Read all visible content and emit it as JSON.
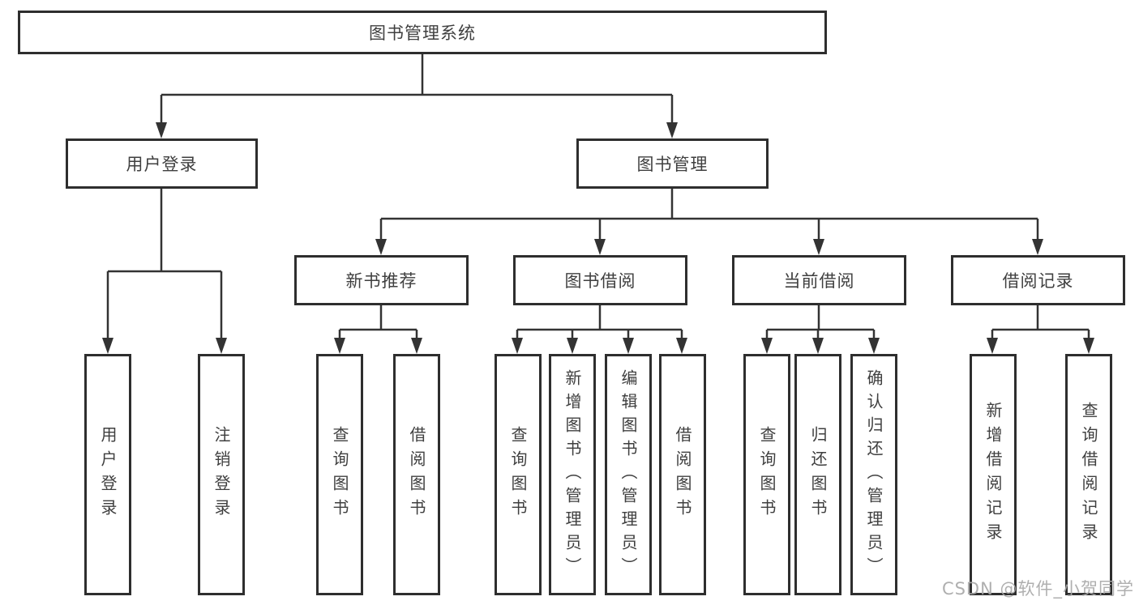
{
  "diagram": {
    "title": "图书管理系统",
    "level2": {
      "user_login": "用户登录",
      "book_mgmt": "图书管理"
    },
    "level3": {
      "new_book_rec": "新书推荐",
      "book_borrow": "图书借阅",
      "current_borrow": "当前借阅",
      "borrow_record": "借阅记录"
    },
    "leaves": {
      "user_login": "用户登录",
      "logout": "注销登录",
      "rec_query_books": "查询图书",
      "rec_borrow_books": "借阅图书",
      "bb_query_books": "查询图书",
      "bb_add_books_admin": "新增图书（管理员）",
      "bb_edit_books_admin": "编辑图书（管理员）",
      "bb_borrow_books": "借阅图书",
      "cb_query_books": "查询图书",
      "cb_return_books": "归还图书",
      "cb_confirm_return_admin": "确认归还（管理员）",
      "br_add_record": "新增借阅记录",
      "br_query_record": "查询借阅记录"
    },
    "line_color": "#333333",
    "border_color": "#2e2e2e",
    "text_color": "#3f3f3f"
  },
  "watermark": "CSDN @软件_小贺同学"
}
